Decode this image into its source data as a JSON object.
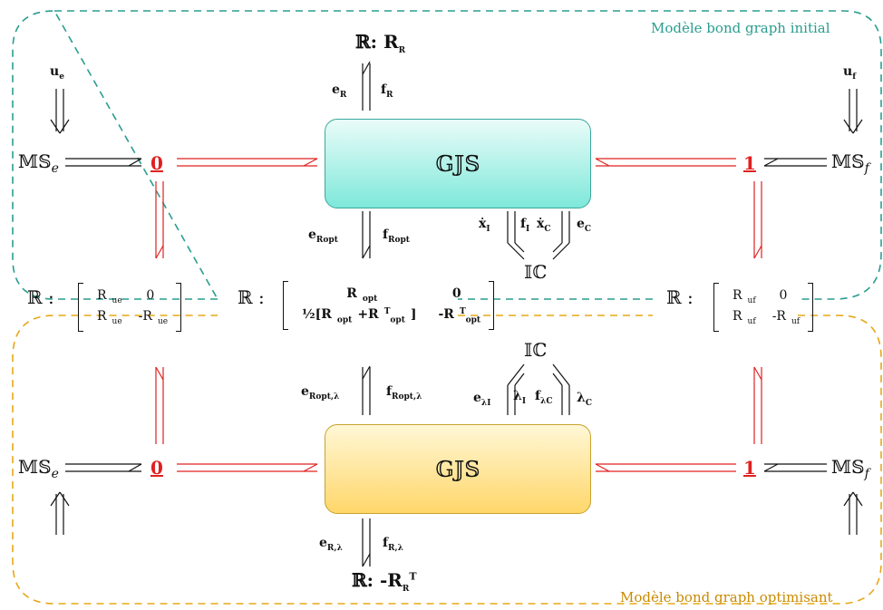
{
  "colors": {
    "bond_red": "#e02020",
    "region_top": "#2a9d8f",
    "region_bottom": "#e6a817",
    "box_top": "#7ee8da",
    "box_bottom": "#ffd76a"
  },
  "regions": {
    "top_label": "Modèle bond graph initial",
    "bottom_label": "Modèle bond graph optimisant"
  },
  "top": {
    "box": "𝔾𝕁𝕊",
    "R_top": "ℝ: R",
    "R_top_sub": "R",
    "e_R": "e",
    "e_R_sub": "R",
    "f_R": "f",
    "f_R_sub": "R",
    "MSe": "𝕄𝕊",
    "MSe_sub": "e",
    "MSf": "𝕄𝕊",
    "MSf_sub": "f",
    "u_e": "u",
    "u_e_sub": "e",
    "u_f": "u",
    "u_f_sub": "f",
    "zero": "0",
    "one": "1",
    "e_Ropt": "e",
    "e_Ropt_sub": "Ropt",
    "f_Ropt": "f",
    "f_Ropt_sub": "Ropt",
    "x_I": "ẋ",
    "x_I_sub": "I",
    "f_I": "f",
    "f_I_sub": "I",
    "x_C": "ẋ",
    "x_C_sub": "C",
    "e_C": "e",
    "e_C_sub": "C",
    "IC": "𝕀ℂ"
  },
  "middle": {
    "left_R": "ℝ :",
    "left_matrix": [
      "R",
      "0",
      "R",
      "-R"
    ],
    "left_sub": "ue",
    "center_R": "ℝ :",
    "center_m11": "R",
    "center_m11_sub": "opt",
    "center_m12": "0",
    "center_m21": "½[R",
    "center_m21_a": "opt",
    "center_m21_b": "+R",
    "center_m21_c": "T",
    "center_m21_d": "opt",
    "center_m21_e": "]",
    "center_m22": "-R",
    "center_m22_a": "T",
    "center_m22_b": "opt",
    "right_R": "ℝ :",
    "right_matrix": [
      "R",
      "0",
      "R",
      "-R"
    ],
    "right_sub": "uf"
  },
  "bottom": {
    "box": "𝔾𝕁𝕊",
    "IC": "𝕀ℂ",
    "e_Ropt_l": "e",
    "e_Ropt_l_sub": "Ropt,λ",
    "f_Ropt_l": "f",
    "f_Ropt_l_sub": "Ropt,λ",
    "e_lI": "e",
    "e_lI_sub": "λI",
    "l_I": "λ",
    "l_I_sub": "I",
    "f_lC": "f",
    "f_lC_sub": "λC",
    "l_C": "λ",
    "l_C_sub": "C",
    "MSe": "𝕄𝕊",
    "MSe_sub": "e",
    "MSf": "𝕄𝕊",
    "MSf_sub": "f",
    "zero": "0",
    "one": "1",
    "e_Rl": "e",
    "e_Rl_sub": "R,λ",
    "f_Rl": "f",
    "f_Rl_sub": "R,λ",
    "R_bottom": "ℝ: -R",
    "R_bottom_sub": "R",
    "R_bottom_sup": "T"
  }
}
